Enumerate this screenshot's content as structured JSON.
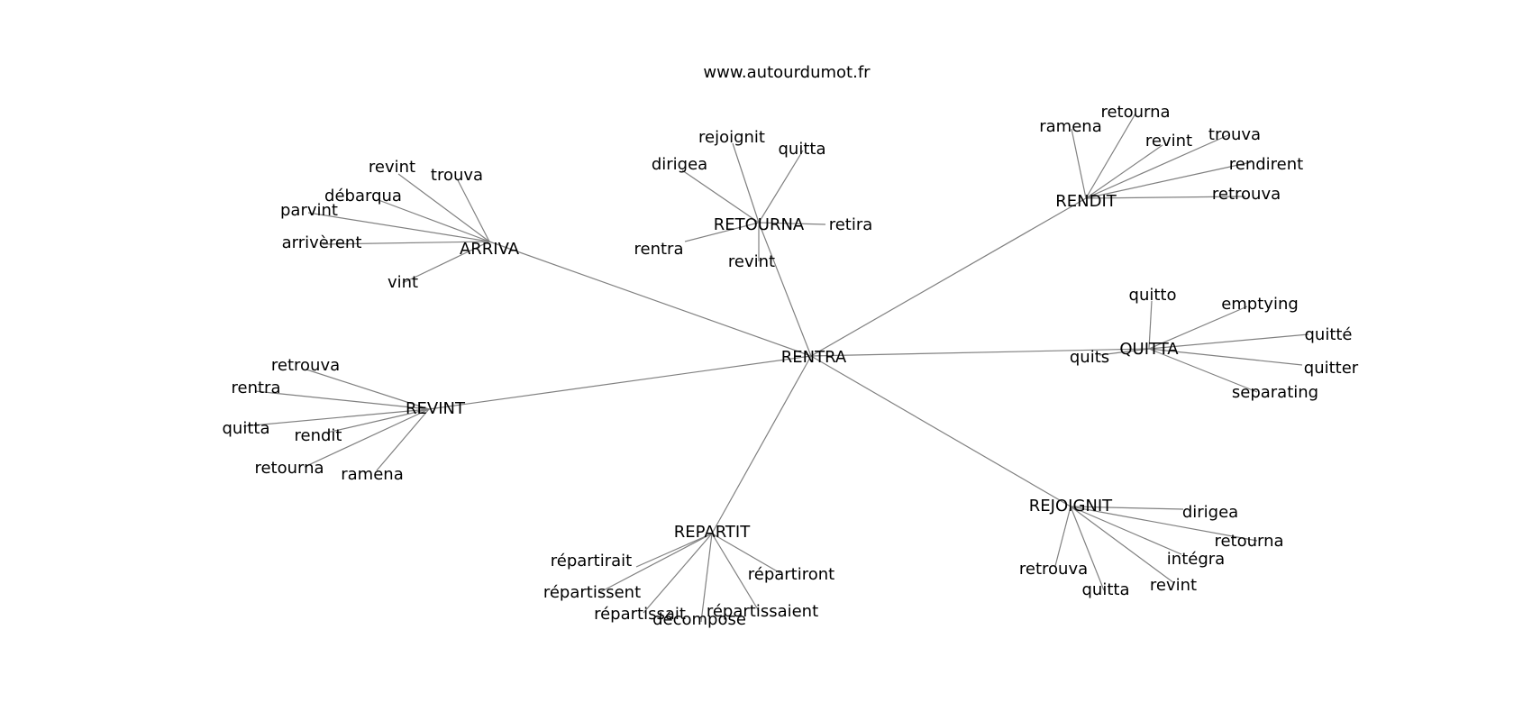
{
  "site": "www.autourdumot.fr",
  "colors": {
    "edge": "#808080",
    "text": "#000000",
    "background": "#ffffff"
  },
  "center": "RENTRA",
  "clusters": [
    {
      "label": "ARRIVA",
      "words": [
        "revint",
        "trouva",
        "débarqua",
        "parvint",
        "arrivèrent",
        "vint"
      ]
    },
    {
      "label": "RETOURNA",
      "words": [
        "rejoignit",
        "quitta",
        "dirigea",
        "rentra",
        "retira",
        "revint"
      ]
    },
    {
      "label": "RENDIT",
      "words": [
        "retourna",
        "ramena",
        "revint",
        "trouva",
        "rendirent",
        "retrouva"
      ]
    },
    {
      "label": "QUITTA",
      "words": [
        "quitto",
        "emptying",
        "quitté",
        "quits",
        "quitter",
        "separating"
      ]
    },
    {
      "label": "REVINT",
      "words": [
        "retrouva",
        "rentra",
        "quitta",
        "rendit",
        "retourna",
        "ramena"
      ]
    },
    {
      "label": "REPARTIT",
      "words": [
        "répartirait",
        "répartiront",
        "répartissent",
        "répartissait",
        "décompose",
        "répartissaient"
      ]
    },
    {
      "label": "REJOIGNIT",
      "words": [
        "dirigea",
        "retourna",
        "intégra",
        "retrouva",
        "quitta",
        "revint"
      ]
    }
  ]
}
